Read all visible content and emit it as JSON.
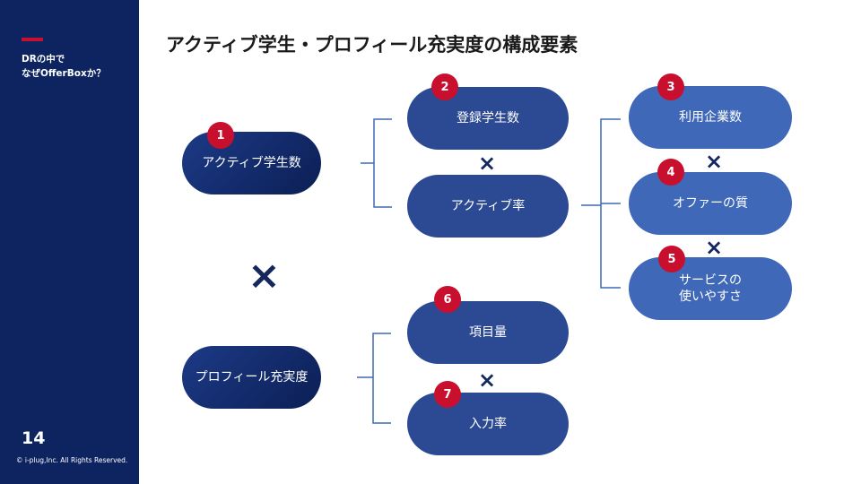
{
  "sidebar": {
    "section_line1": "DRの中で",
    "section_line2": "なぜOfferBoxか？",
    "page_number": "14",
    "copyright": "© i-plug,Inc. All Rights Reserved."
  },
  "title": "アクティブ学生・プロフィール充実度の構成要素",
  "operator": "×",
  "nodes": {
    "active_students": {
      "label": "アクティブ学生数",
      "badge": "1"
    },
    "registered": {
      "label": "登録学生数",
      "badge": "2"
    },
    "active_rate": {
      "label": "アクティブ率"
    },
    "companies": {
      "label": "利用企業数",
      "badge": "3"
    },
    "offer_quality": {
      "label": "オファーの質",
      "badge": "4"
    },
    "usability": {
      "label": "サービスの\n使いやすさ",
      "badge": "5"
    },
    "profile": {
      "label": "プロフィール充実度"
    },
    "item_volume": {
      "label": "項目量",
      "badge": "6"
    },
    "input_rate": {
      "label": "入力率",
      "badge": "7"
    }
  },
  "colors": {
    "navy": "#0e2460",
    "accent_red": "#c8102e",
    "pill_mid": "#2c4a93",
    "pill_light": "#3f68b8"
  }
}
